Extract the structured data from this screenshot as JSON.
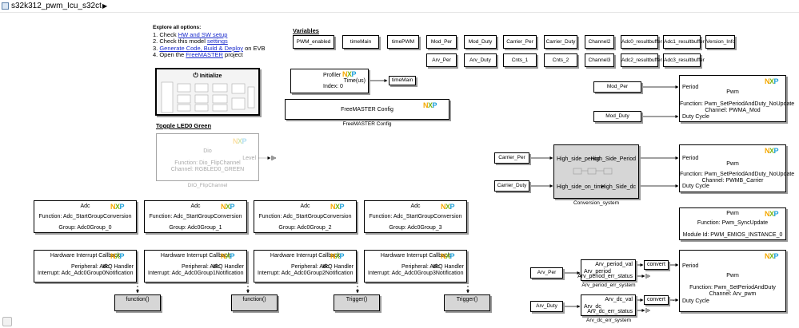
{
  "window": {
    "title": "s32k312_pwm_Icu_s32ct"
  },
  "explore": {
    "heading": "Explore all options:",
    "l1_pre": "1. Check ",
    "l1_link": "HW and SW setup",
    "l2_pre": "2. Check this model ",
    "l2_link": "settings",
    "l3_link": "Generate Code, Build & Deploy",
    "l3_post": " on EVB",
    "l4_pre": "4. Open the ",
    "l4_link": "FreeMASTER",
    "l4_post": " project"
  },
  "initialize": {
    "label": "Initialize"
  },
  "toggle": {
    "heading": "Toggle LED0 Green",
    "dio": "Dio",
    "function": "Function: Dio_FlipChannel",
    "channel": "Channel: RGBLED0_GREEN",
    "port": "Level",
    "caption": "DIO_FlipChannel"
  },
  "variables": {
    "heading": "Variables",
    "row1": [
      "PWM_enabled",
      "timeMain",
      "timePWM",
      "Mod_Per",
      "Mod_Duty",
      "Carrier_Per",
      "Carrier_Duty",
      "Channel2",
      "Adc0_resultbuffer",
      "Adc1_resultbuffer",
      "Version_Info"
    ],
    "row2": [
      "Arv_Per",
      "Arv_Duty",
      "Cnts_1",
      "Cnts_2",
      "Channel3",
      "Adc2_resultbuffer",
      "Adc3_resultbuffer"
    ]
  },
  "profiler": {
    "title": "Profiler",
    "index": "Index: 0",
    "port": "Time(us)",
    "out": "timeMain"
  },
  "freemaster": {
    "label": "FreeMASTER Config",
    "caption": "FreeMASTER Config"
  },
  "adc_blocks": [
    {
      "title": "Adc",
      "function": "Function: Adc_StartGroupConversion",
      "group": "Group: Adc0Group_0"
    },
    {
      "title": "Adc",
      "function": "Function: Adc_StartGroupConversion",
      "group": "Group: Adc0Group_1"
    },
    {
      "title": "Adc",
      "function": "Function: Adc_StartGroupConversion",
      "group": "Group: Adc0Group_2"
    },
    {
      "title": "Adc",
      "function": "Function: Adc_StartGroupConversion",
      "group": "Group: Adc0Group_3"
    }
  ],
  "irq_blocks": [
    {
      "title": "Hardware Interrupt Callback",
      "peripheral": "Peripheral: Adc",
      "handler": "IRQ Handler",
      "interrupt": "Interrupt: Adc_Adc0Group0Notification"
    },
    {
      "title": "Hardware Interrupt Callback",
      "peripheral": "Peripheral: Adc",
      "handler": "IRQ Handler",
      "interrupt": "Interrupt: Adc_Adc0Group1Notification"
    },
    {
      "title": "Hardware Interrupt Callback",
      "peripheral": "Peripheral: Adc",
      "handler": "IRQ Handler",
      "interrupt": "Interrupt: Adc_Adc0Group2Notification"
    },
    {
      "title": "Hardware Interrupt Callback",
      "peripheral": "Peripheral: Adc",
      "handler": "IRQ Handler",
      "interrupt": "Interrupt: Adc_Adc0Group3Notification"
    }
  ],
  "subsystems": [
    "function()",
    "function()",
    "Trigger()",
    "Trigger()"
  ],
  "pwm_mod": {
    "in1": "Mod_Per",
    "in2": "Mod_Duty",
    "title": "Pwm",
    "function": "Function: Pwm_SetPeriodAndDuty_NoUpdate",
    "channel": "Channel: PWMA_Mod",
    "port1": "Period",
    "port2": "Duty Cycle"
  },
  "conversion": {
    "in1": "Carrier_Per",
    "in2": "Carrier_Duty",
    "p_in1": "High_side_period",
    "p_in2": "High_side_on_time",
    "p_out1": "High_Side_Period",
    "p_out2": "High_Side_dc",
    "caption": "Conversion_system"
  },
  "pwm_carrier": {
    "title": "Pwm",
    "function": "Function: Pwm_SetPeriodAndDuty_NoUpdate",
    "channel": "Channel: PWMB_Carrier",
    "port1": "Period",
    "port2": "Duty Cycle"
  },
  "pwm_sync": {
    "title": "Pwm",
    "function": "Function: Pwm_SyncUpdate",
    "module": "Module Id: PWM_EMIOS_INSTANCE_0"
  },
  "arv_period": {
    "in": "Arv_Per",
    "p_in": "Arv_period",
    "p_out1": "Arv_period_val",
    "p_out2": "Arv_period_err_status",
    "convert": "convert",
    "caption": "Arv_period_err_system"
  },
  "arv_dc": {
    "in": "Arv_Duty",
    "p_in": "Arv_dc",
    "p_out1": "Arv_dc_val",
    "p_out2": "Arv_dc_err_status",
    "convert": "convert",
    "caption": "Arv_dc_err_system"
  },
  "pwm_arv": {
    "title": "Pwm",
    "function": "Function: Pwm_SetPeriodAndDuty",
    "channel": "Channel: Arv_pwm",
    "port1": "Period",
    "port2": "Duty Cycle"
  },
  "brand": {
    "n": "N",
    "x": "X",
    "p": "P",
    "nxp_orange": "#f5a800",
    "nxp_green": "#7bb51a",
    "nxp_blue": "#1ea0d8",
    "link_color": "#1a2bcc"
  }
}
